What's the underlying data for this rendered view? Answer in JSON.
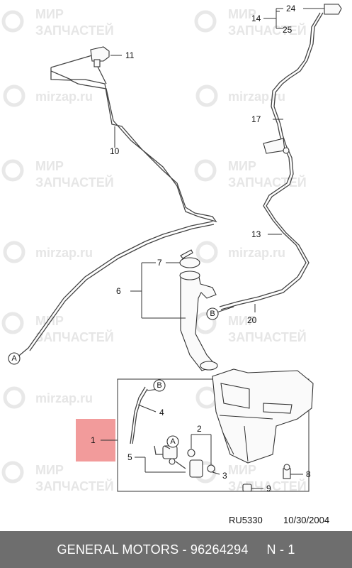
{
  "watermark": {
    "brand_ru_line1": "МИР",
    "brand_ru_line2": "ЗАПЧАСТЕЙ",
    "domain": "mirzap.ru"
  },
  "callouts": {
    "n1": "1",
    "n3": "3",
    "n4": "4",
    "n5": "5",
    "n6": "6",
    "n7": "7",
    "n8": "8",
    "n9": "9",
    "n10": "10",
    "n11": "11",
    "n12": "2",
    "n13": "13",
    "n14": "14",
    "n17": "17",
    "n20": "20",
    "n24": "24",
    "n25": "25"
  },
  "connectors": {
    "a": "A",
    "b": "B"
  },
  "highlight_color": "#f29b9b",
  "reference": {
    "code": "RU5330",
    "date": "10/30/2004"
  },
  "footer": {
    "text": "GENERAL MOTORS - 96264294     N - 1"
  }
}
